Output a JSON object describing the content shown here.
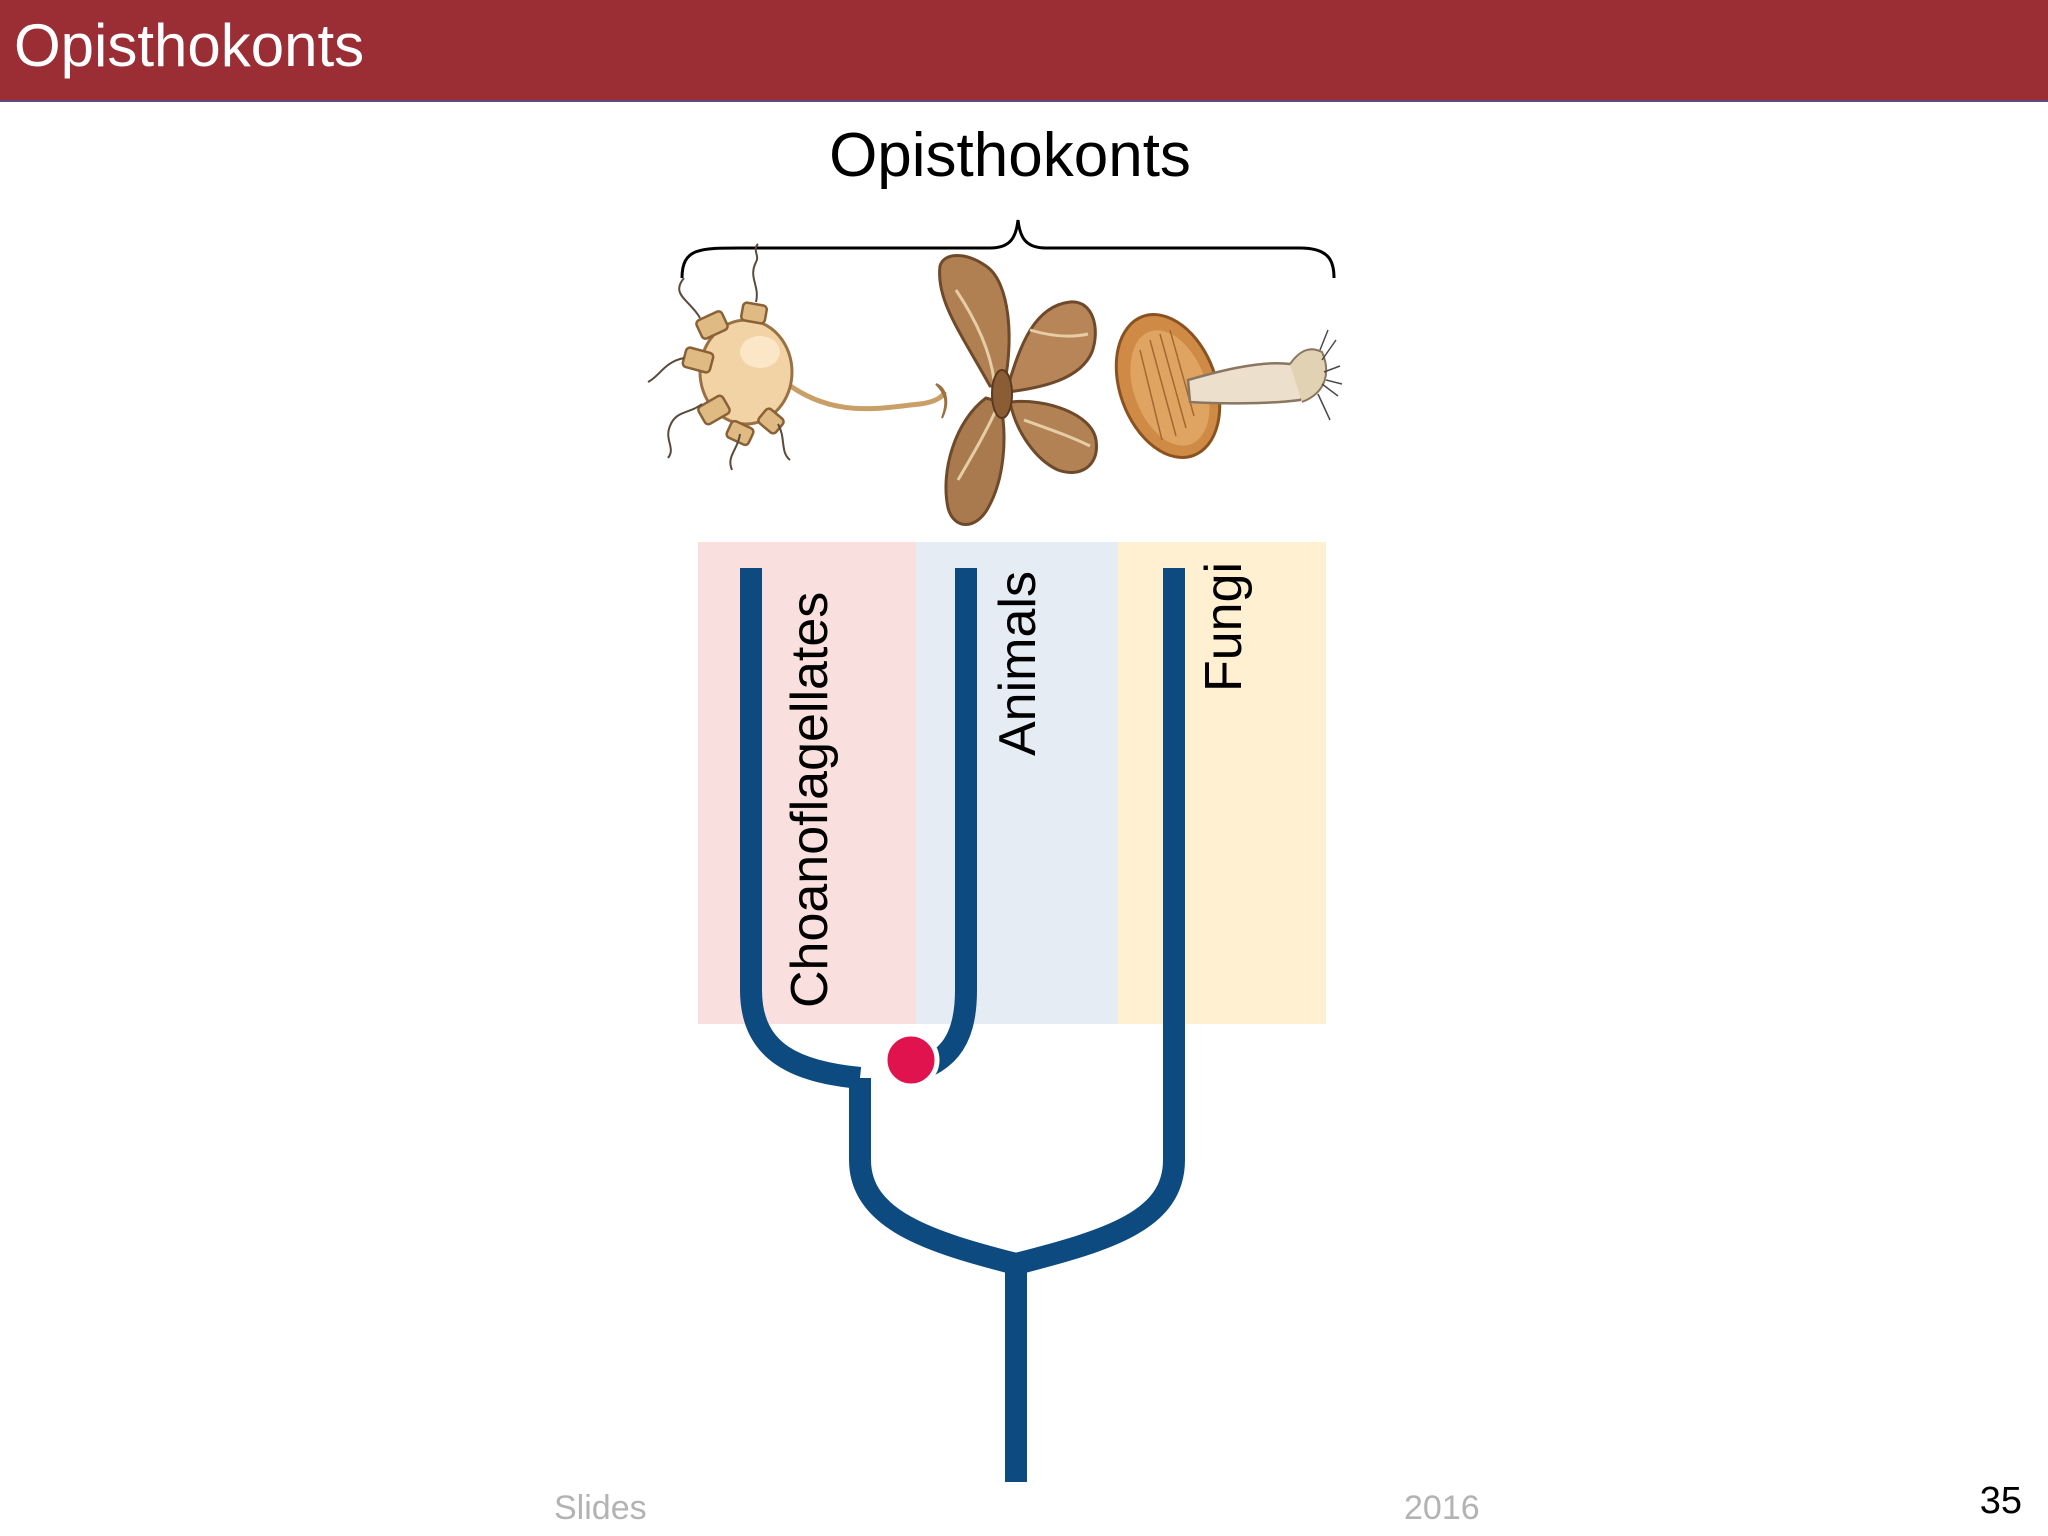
{
  "slide": {
    "title": "Opisthokonts",
    "number": "35"
  },
  "diagram": {
    "heading": "Opisthokonts",
    "clades": [
      {
        "label": "Choanoflagellates",
        "color": "#f9e0de",
        "illustration": "choanoflagellate-illustration"
      },
      {
        "label": "Animals",
        "color": "#e6ecf4",
        "illustration": "moth-illustration"
      },
      {
        "label": "Fungi",
        "color": "#fff0d2",
        "illustration": "mushroom-illustration"
      }
    ],
    "branch_color": "#0d4a80",
    "node_marker_color": "#e0134f"
  },
  "footer": {
    "left_text": "Slides",
    "right_text": "2016"
  }
}
